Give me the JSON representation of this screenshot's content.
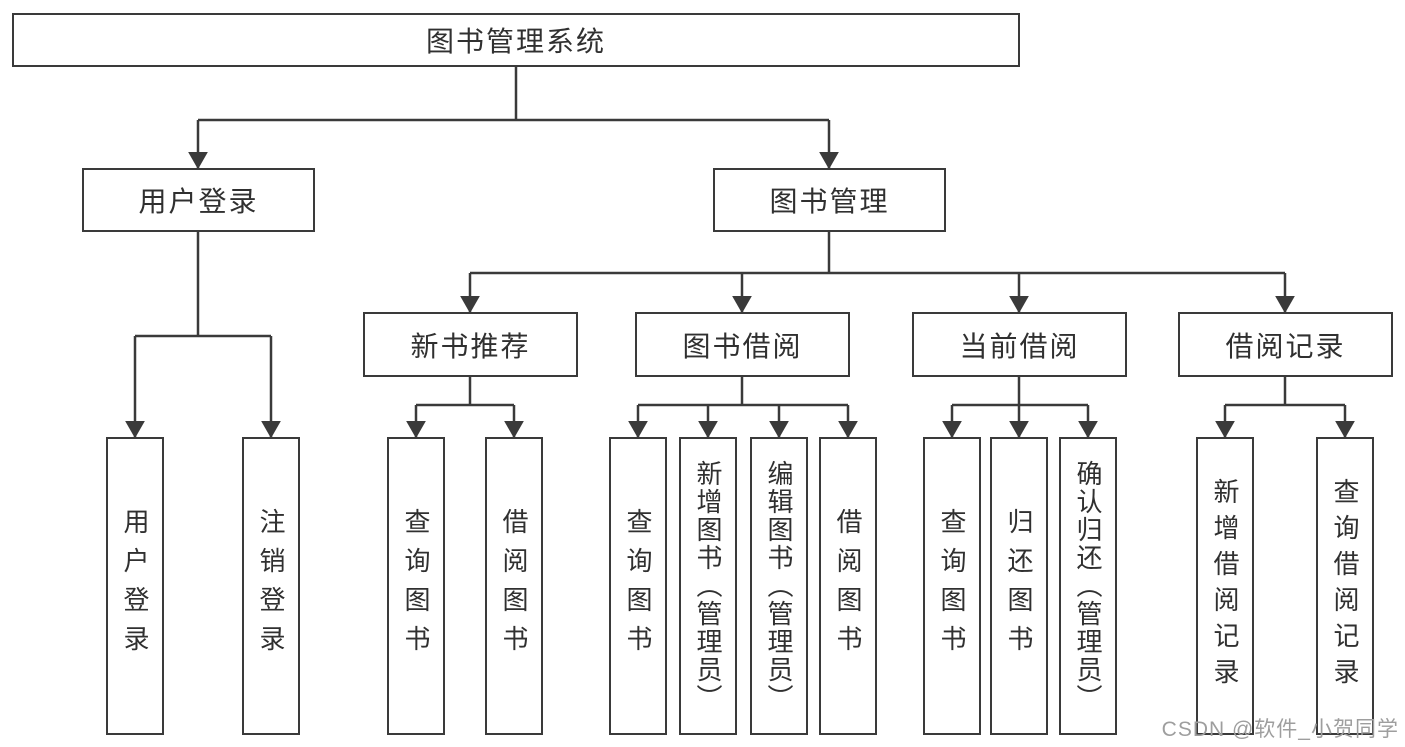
{
  "title": "图书管理系统",
  "watermark": {
    "text": "CSDN @软件_小贺同学"
  },
  "colors": {
    "background": "#ffffff",
    "line": "#3a3a3a",
    "box_border": "#3a3a3a",
    "text": "#303030",
    "watermark": "#9e9e9e"
  },
  "tree": {
    "label": "图书管理系统",
    "children": [
      {
        "label": "用户登录",
        "children": [
          {
            "label": "用户登录"
          },
          {
            "label": "注销登录"
          }
        ]
      },
      {
        "label": "图书管理",
        "children": [
          {
            "label": "新书推荐",
            "children": [
              {
                "label": "查询图书"
              },
              {
                "label": "借阅图书"
              }
            ]
          },
          {
            "label": "图书借阅",
            "children": [
              {
                "label": "查询图书"
              },
              {
                "label": "新增图书（管理员）"
              },
              {
                "label": "编辑图书（管理员）"
              },
              {
                "label": "借阅图书"
              }
            ]
          },
          {
            "label": "当前借阅",
            "children": [
              {
                "label": "查询图书"
              },
              {
                "label": "归还图书"
              },
              {
                "label": "确认归还（管理员）"
              }
            ]
          },
          {
            "label": "借阅记录",
            "children": [
              {
                "label": "新增借阅记录"
              },
              {
                "label": "查询借阅记录"
              }
            ]
          }
        ]
      }
    ]
  }
}
